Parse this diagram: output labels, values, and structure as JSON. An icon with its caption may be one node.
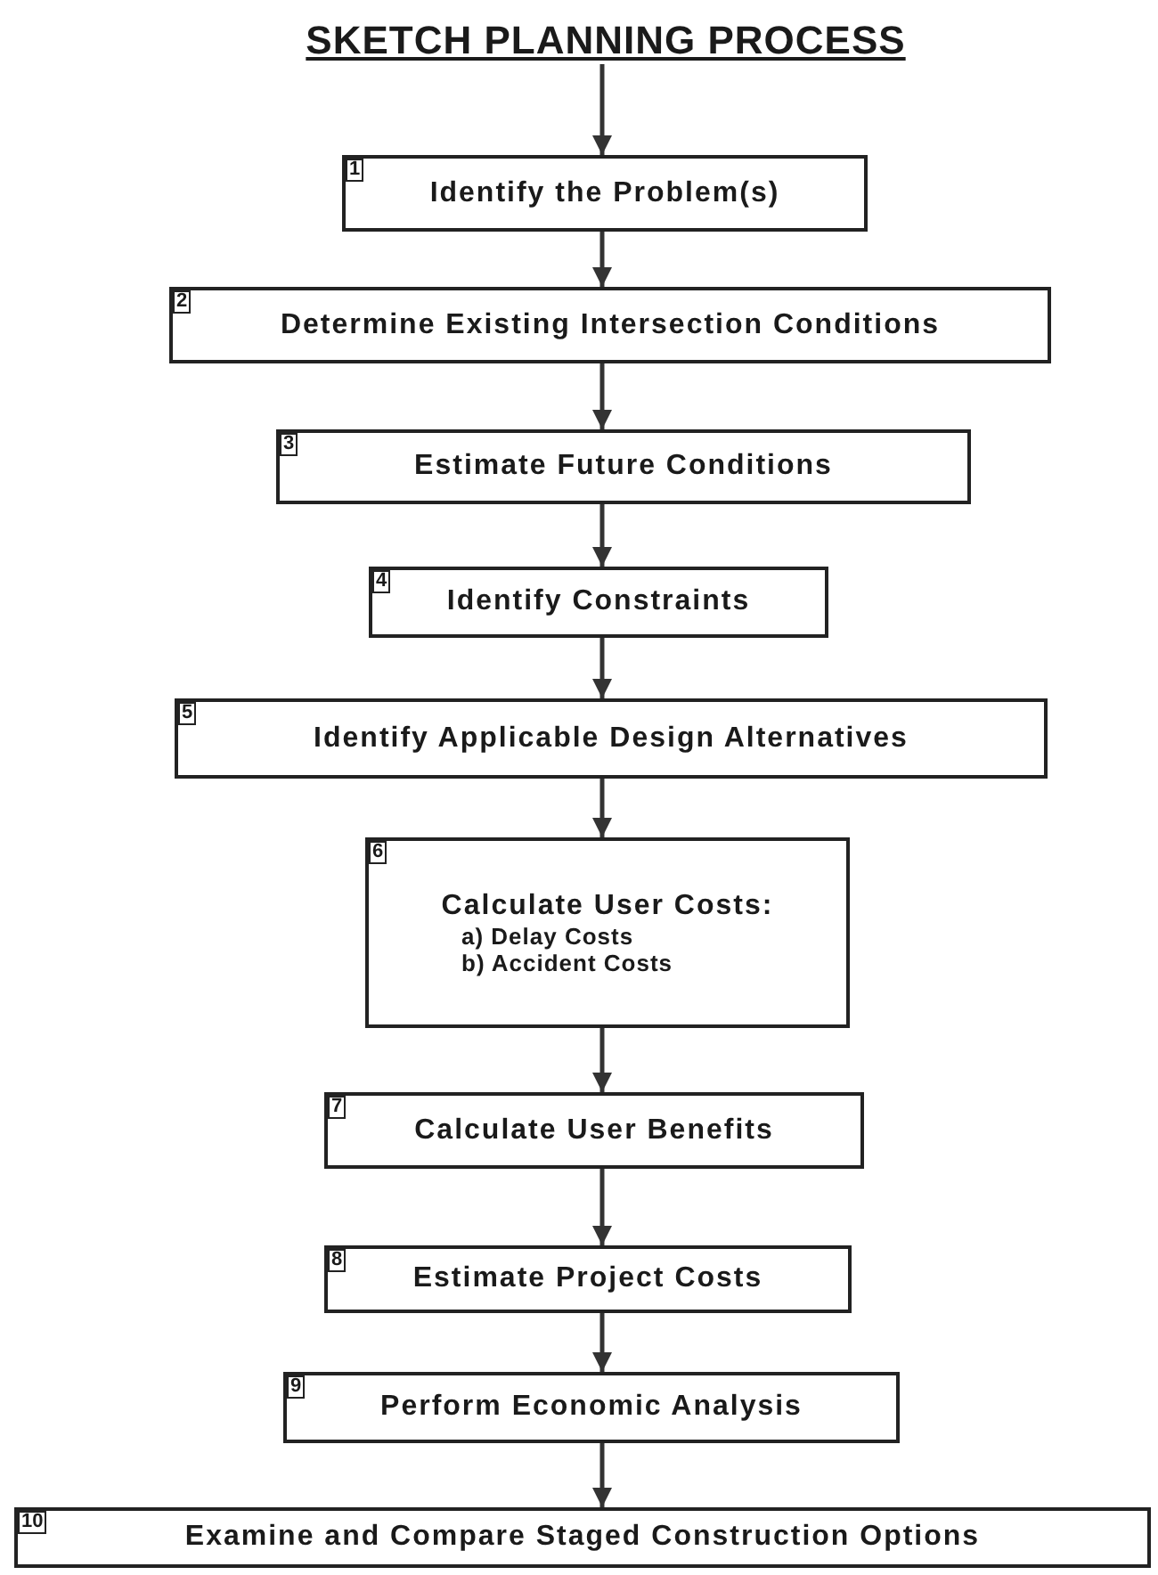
{
  "diagram": {
    "title": "SKETCH PLANNING PROCESS",
    "nodes": [
      {
        "text": [
          "1",
          "Identify the Problem(s)"
        ]
      },
      {
        "text": [
          "2",
          "Determine Existing Intersection Conditions"
        ]
      },
      {
        "text": [
          "3",
          "Estimate Future Conditions"
        ]
      },
      {
        "text": [
          "4",
          "Identify Constraints"
        ]
      },
      {
        "text": [
          "5",
          "Identify Applicable Design Alternatives"
        ]
      },
      {
        "text": [
          "6",
          "Calculate User Costs:",
          "a) Delay Costs",
          "b) Accident Costs"
        ]
      },
      {
        "text": [
          "7",
          "Calculate User Benefits"
        ]
      },
      {
        "text": [
          "8",
          "Estimate Project Costs"
        ]
      },
      {
        "text": [
          "9",
          "Perform Economic Analysis"
        ]
      },
      {
        "text": [
          "10",
          "Examine and Compare Staged Construction Options"
        ]
      }
    ],
    "edges": [
      {
        "from": null,
        "to": 0,
        "arrow": "to"
      },
      {
        "from": 0,
        "to": 1,
        "arrow": "to"
      },
      {
        "from": 1,
        "to": 2,
        "arrow": "to"
      },
      {
        "from": 2,
        "to": 3,
        "arrow": "to"
      },
      {
        "from": 3,
        "to": 4,
        "arrow": "to"
      },
      {
        "from": 4,
        "to": 5,
        "arrow": "to"
      },
      {
        "from": 5,
        "to": 6,
        "arrow": "to"
      },
      {
        "from": 6,
        "to": 7,
        "arrow": "to"
      },
      {
        "from": 7,
        "to": 8,
        "arrow": "to"
      },
      {
        "from": 8,
        "to": 9,
        "arrow": "to"
      }
    ]
  }
}
